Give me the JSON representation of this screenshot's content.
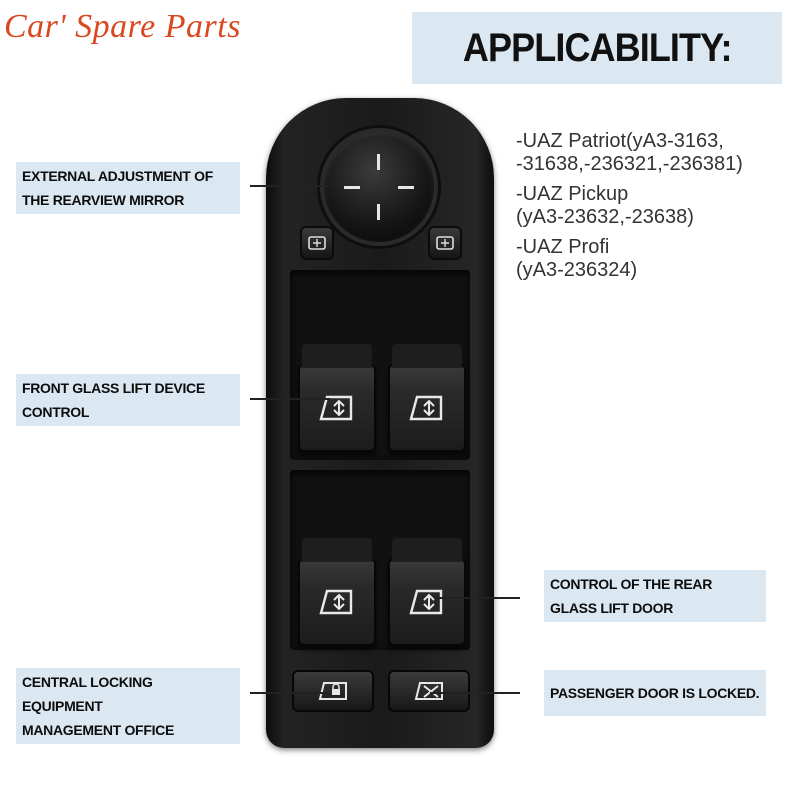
{
  "brand": "Car' Spare Parts",
  "heading": "APPLICABILITY:",
  "models": [
    [
      "-UAZ Patriot(yA3-3163,",
      "-31638,-236321,-236381)"
    ],
    [
      "-UAZ Pickup",
      "(yA3-23632,-23638)"
    ],
    [
      "-UAZ Profi",
      "(yA3-236324)"
    ]
  ],
  "callouts": {
    "mirror": [
      "EXTERNAL ADJUSTMENT OF",
      "THE REARVIEW MIRROR"
    ],
    "front": [
      "FRONT GLASS LIFT DEVICE",
      "CONTROL"
    ],
    "rear": [
      "CONTROL OF THE REAR",
      "GLASS LIFT DOOR"
    ],
    "locking": [
      "CENTRAL LOCKING EQUIPMENT",
      "MANAGEMENT OFFICE"
    ],
    "passenger": [
      "PASSENGER DOOR IS LOCKED."
    ]
  },
  "icons": {
    "window": "window-lift-icon",
    "lock": "door-lock-icon",
    "child_lock": "window-lock-icon",
    "mirror": "mirror-select-icon"
  },
  "colors": {
    "brand": "#d9481f",
    "callout_bg": "#dbe8f1",
    "panel": "#1a1a1a"
  }
}
